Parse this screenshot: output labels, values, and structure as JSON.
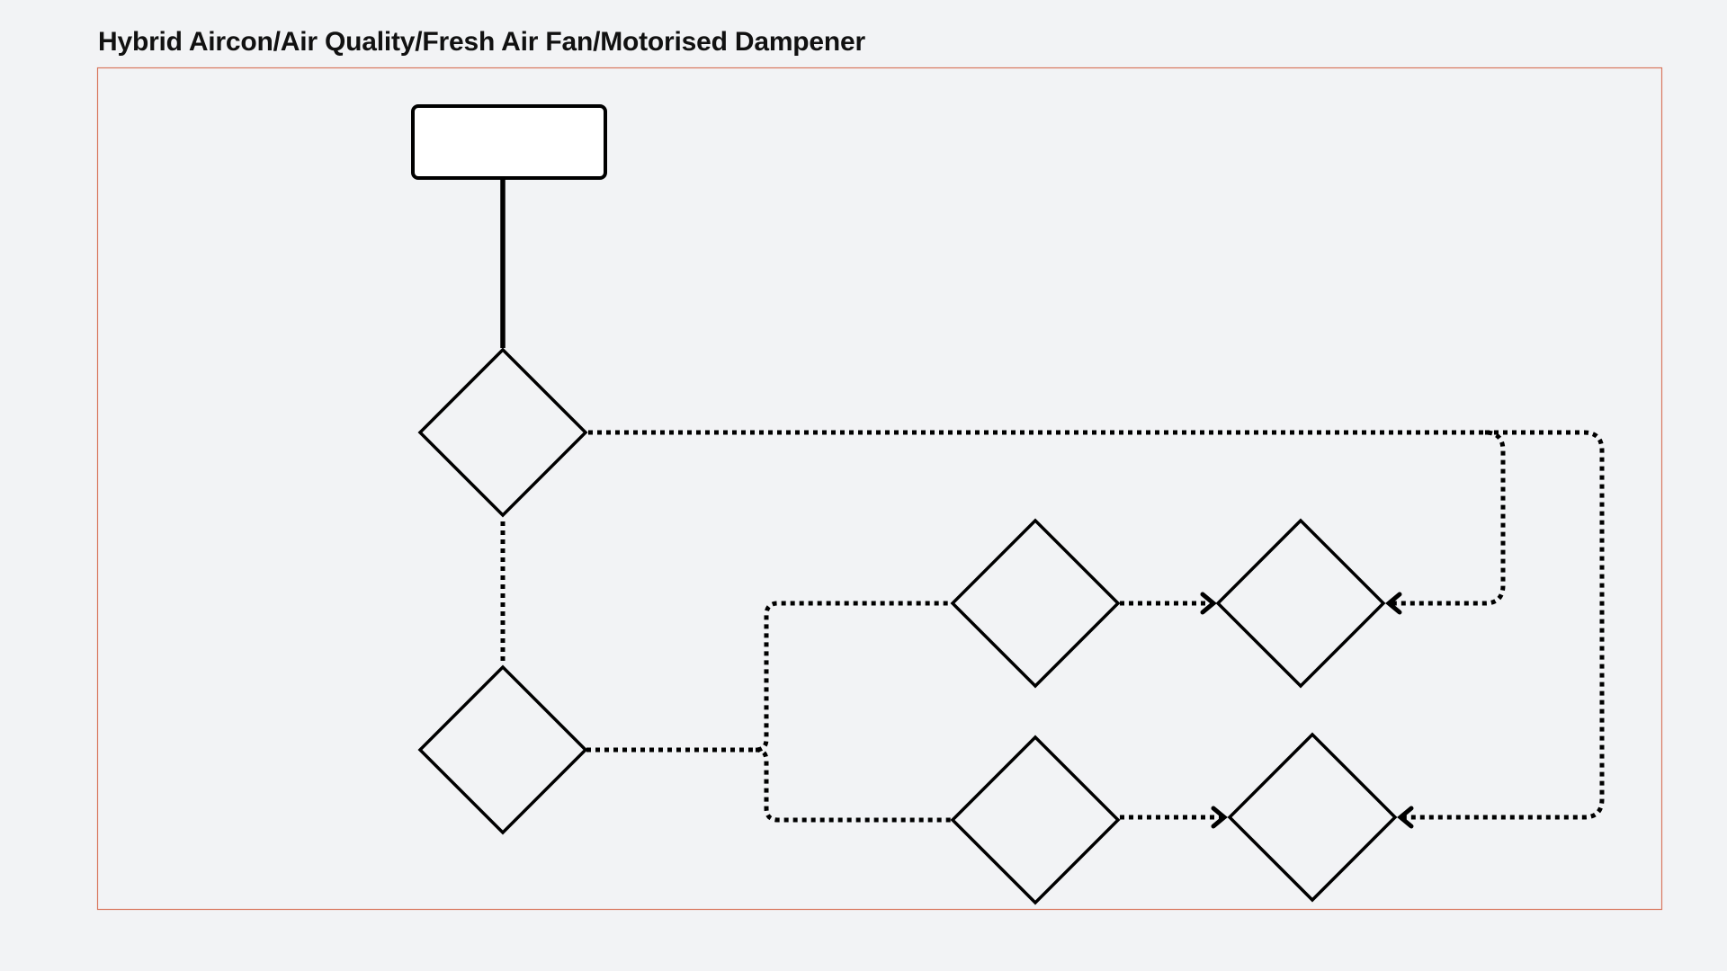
{
  "title": "Hybrid Aircon/Air Quality/Fresh Air Fan/Motorised Dampener",
  "colors": {
    "background": "#f2f3f5",
    "frame_border": "#d9775e",
    "stroke": "#000000",
    "start_box_fill": "#ffffff"
  },
  "nodes": [
    {
      "id": "start",
      "shape": "rounded-rectangle",
      "label": ""
    },
    {
      "id": "decision-1",
      "shape": "diamond",
      "label": ""
    },
    {
      "id": "decision-2",
      "shape": "diamond",
      "label": ""
    },
    {
      "id": "decision-3",
      "shape": "diamond",
      "label": ""
    },
    {
      "id": "decision-4",
      "shape": "diamond",
      "label": ""
    },
    {
      "id": "decision-5",
      "shape": "diamond",
      "label": ""
    },
    {
      "id": "decision-6",
      "shape": "diamond",
      "label": ""
    }
  ],
  "edges": [
    {
      "from": "start",
      "to": "decision-1",
      "style": "solid",
      "arrow": false
    },
    {
      "from": "decision-1",
      "to": "decision-2",
      "style": "dotted",
      "arrow": false
    },
    {
      "from": "decision-2",
      "to": "decision-3",
      "style": "dotted",
      "arrow": false
    },
    {
      "from": "decision-2",
      "to": "decision-5",
      "style": "dotted",
      "arrow": false
    },
    {
      "from": "decision-3",
      "to": "decision-4",
      "style": "dotted",
      "arrow": true
    },
    {
      "from": "decision-5",
      "to": "decision-6",
      "style": "dotted",
      "arrow": true
    },
    {
      "from": "decision-1",
      "to": "decision-4",
      "style": "dotted",
      "arrow": true
    },
    {
      "from": "decision-1",
      "to": "decision-6",
      "style": "dotted",
      "arrow": true
    }
  ]
}
